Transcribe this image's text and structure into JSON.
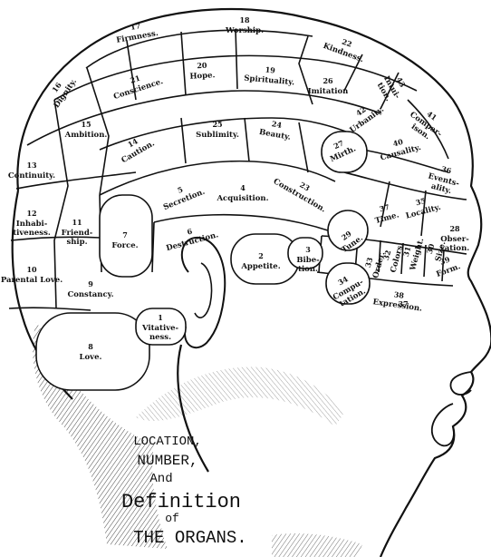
{
  "title_lines": [
    "LOCATION,",
    "NUMBER,",
    "And",
    "Definition",
    "of",
    "THE   ORGANS."
  ],
  "organs": [
    {
      "num": "17",
      "name": "Firmness."
    },
    {
      "num": "18",
      "name": "Worship."
    },
    {
      "num": "22",
      "name": "Kindness."
    },
    {
      "num": "16",
      "name": "Dignity."
    },
    {
      "num": "21",
      "name": "Conscience."
    },
    {
      "num": "20",
      "name": "Hope."
    },
    {
      "num": "19",
      "name": "Spirituality."
    },
    {
      "num": "26",
      "name": "Imitation"
    },
    {
      "num": "43",
      "name": "Intui-tion."
    },
    {
      "num": "15",
      "name": "Ambition."
    },
    {
      "num": "25",
      "name": "Sublimity."
    },
    {
      "num": "24",
      "name": "Beauty."
    },
    {
      "num": "42",
      "name": "Urbanity."
    },
    {
      "num": "41",
      "name": "Compar-ison."
    },
    {
      "num": "14",
      "name": "Caution."
    },
    {
      "num": "27",
      "name": "Mirth."
    },
    {
      "num": "40",
      "name": "Causality."
    },
    {
      "num": "13",
      "name": "Continuity."
    },
    {
      "num": "36",
      "name": "Events-ality."
    },
    {
      "num": "5",
      "name": "Secretion."
    },
    {
      "num": "4",
      "name": "Acquisition."
    },
    {
      "num": "23",
      "name": "Construction."
    },
    {
      "num": "37",
      "name": "Time."
    },
    {
      "num": "35",
      "name": "Locality."
    },
    {
      "num": "28",
      "name": "Obser-vation."
    },
    {
      "num": "12",
      "name": "Inhabi-tiveness."
    },
    {
      "num": "11",
      "name": "Friend-ship."
    },
    {
      "num": "7",
      "name": "Force."
    },
    {
      "num": "6",
      "name": "Destruction."
    },
    {
      "num": "29",
      "name": "Tune."
    },
    {
      "num": "2",
      "name": "Appetite."
    },
    {
      "num": "3",
      "name": "Bibe-tion."
    },
    {
      "num": "33",
      "name": "Order."
    },
    {
      "num": "32",
      "name": "Colors."
    },
    {
      "num": "31",
      "name": "Weight."
    },
    {
      "num": "30",
      "name": "Size."
    },
    {
      "num": "39",
      "name": "Form."
    },
    {
      "num": "10",
      "name": "Parental Love."
    },
    {
      "num": "9",
      "name": "Constancy."
    },
    {
      "num": "34",
      "name": "Compu-tation."
    },
    {
      "num": "38",
      "name": "Expression."
    },
    {
      "num": "37",
      "name": ""
    },
    {
      "num": "1",
      "name": "Vitative-ness."
    },
    {
      "num": "8",
      "name": "Love."
    }
  ]
}
